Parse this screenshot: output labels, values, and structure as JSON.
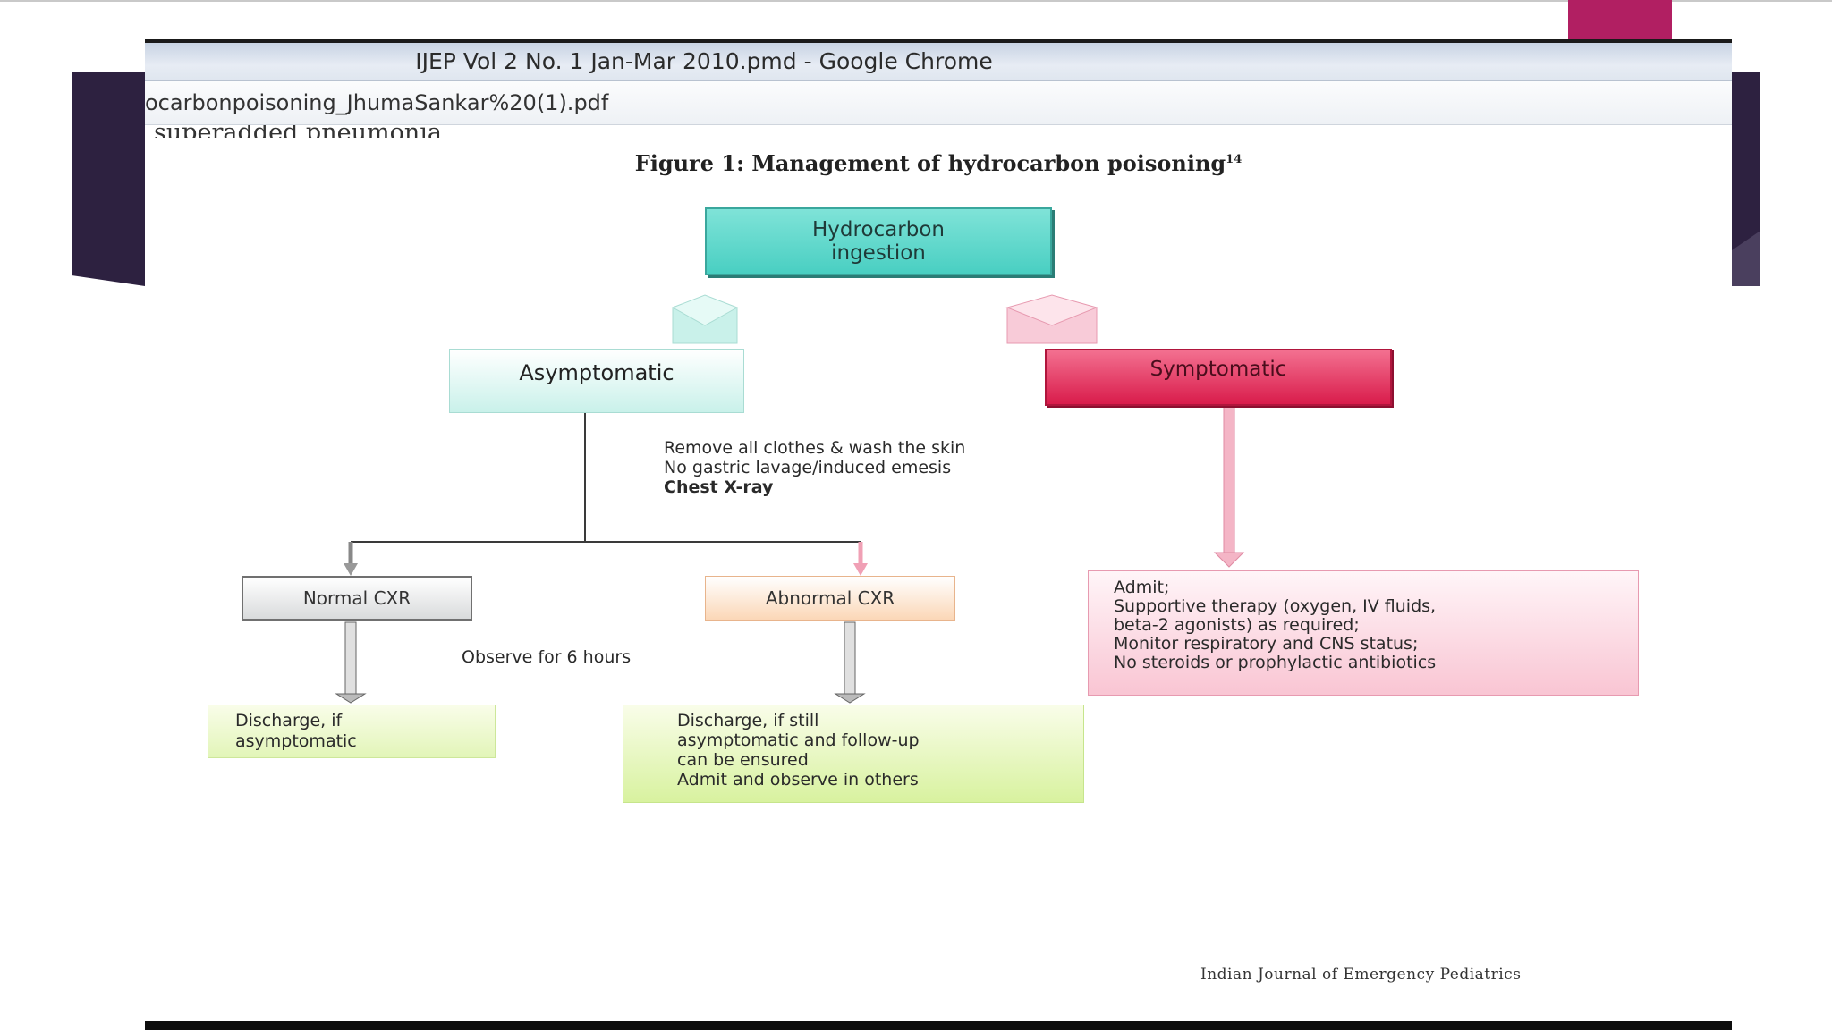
{
  "window": {
    "title": "IJEP Vol 2 No. 1 Jan-Mar 2010.pmd - Google Chrome",
    "address": "ocarbonpoisoning_JhumaSankar%20(1).pdf"
  },
  "document": {
    "cut_off_text": "superadded pneumonia.",
    "figure_title": "Figure 1: Management of hydrocarbon poisoning",
    "figure_title_ref": "14",
    "footer_journal": "Indian Journal of Emergency Pediatrics"
  },
  "flowchart": {
    "start": [
      "Hydrocarbon",
      "ingestion"
    ],
    "asymptomatic": "Asymptomatic",
    "symptomatic": "Symptomatic",
    "instructions": [
      "Remove all clothes & wash the skin",
      "No gastric lavage/induced emesis",
      "Chest X-ray"
    ],
    "normal_cxr": "Normal CXR",
    "abnormal_cxr": "Abnormal CXR",
    "observe": "Observe for 6 hours",
    "admit_lines": [
      "Admit;",
      "Supportive therapy (oxygen, IV fluids,",
      "beta-2 agonists) as required;",
      "Monitor respiratory and CNS status;",
      "No steroids or prophylactic antibiotics"
    ],
    "discharge_normal": [
      "Discharge, if",
      "asymptomatic"
    ],
    "discharge_abnormal": [
      "Discharge, if still",
      "asymptomatic and follow-up",
      "can be ensured",
      "Admit and observe in others"
    ]
  },
  "colors": {
    "slide_accent_dark": "#2d2140",
    "slide_accent_magenta": "#b11f62",
    "start_box": "#49cfc2",
    "symptomatic_box": "#d91c4b",
    "discharge_box": "#d8f29f"
  }
}
